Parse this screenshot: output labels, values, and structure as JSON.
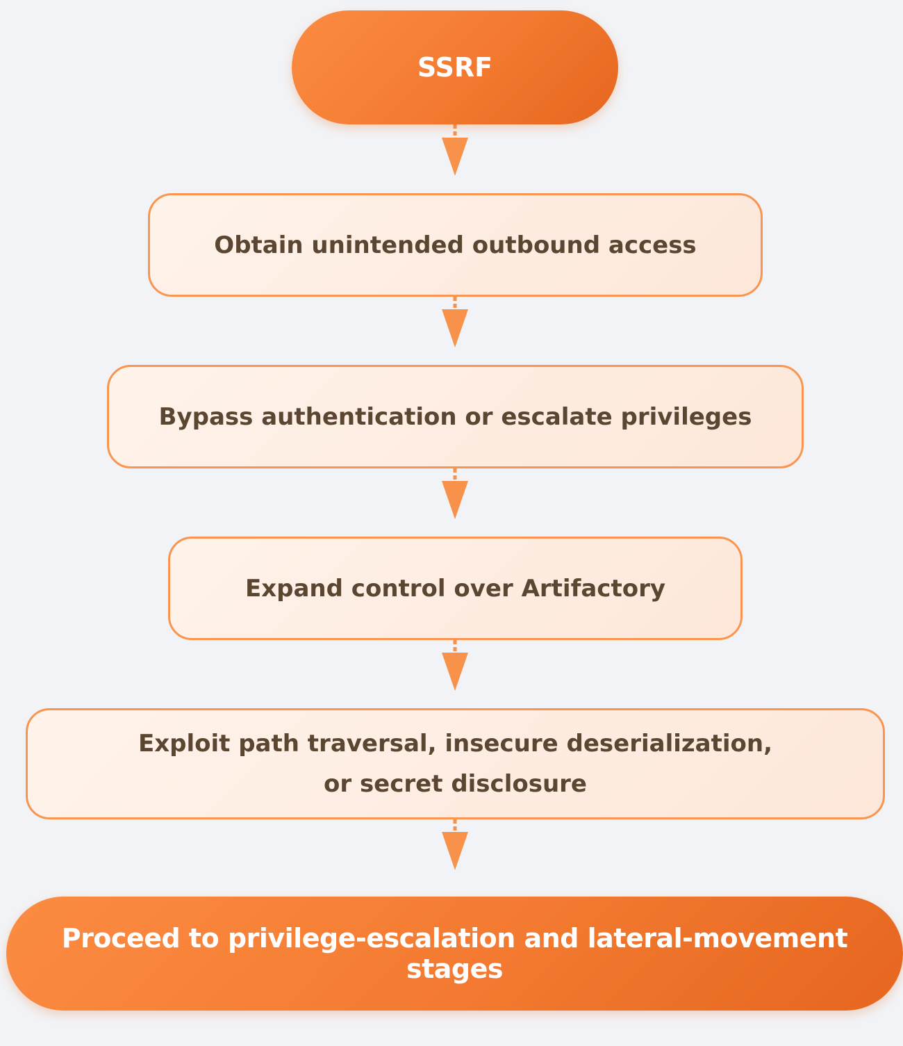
{
  "diagram": {
    "type": "flowchart",
    "accent_color": "#f37a30",
    "border_color": "#f9954e",
    "step_fill": "#fdeadf",
    "text_color": "#5b4632",
    "nodes": [
      {
        "id": "start",
        "kind": "terminal",
        "label": "SSRF"
      },
      {
        "id": "s1",
        "kind": "step",
        "label": "Obtain unintended outbound access"
      },
      {
        "id": "s2",
        "kind": "step",
        "label": "Bypass authentication or escalate privileges"
      },
      {
        "id": "s3",
        "kind": "step",
        "label": "Expand control over Artifactory"
      },
      {
        "id": "s4",
        "kind": "step",
        "label": "Exploit path traversal, insecure deserialization,\nor secret disclosure"
      },
      {
        "id": "end",
        "kind": "terminal",
        "label": "Proceed to privilege-escalation and lateral-movement stages"
      }
    ],
    "edges": [
      {
        "from": "start",
        "to": "s1"
      },
      {
        "from": "s1",
        "to": "s2"
      },
      {
        "from": "s2",
        "to": "s3"
      },
      {
        "from": "s3",
        "to": "s4"
      },
      {
        "from": "s4",
        "to": "end"
      }
    ]
  }
}
